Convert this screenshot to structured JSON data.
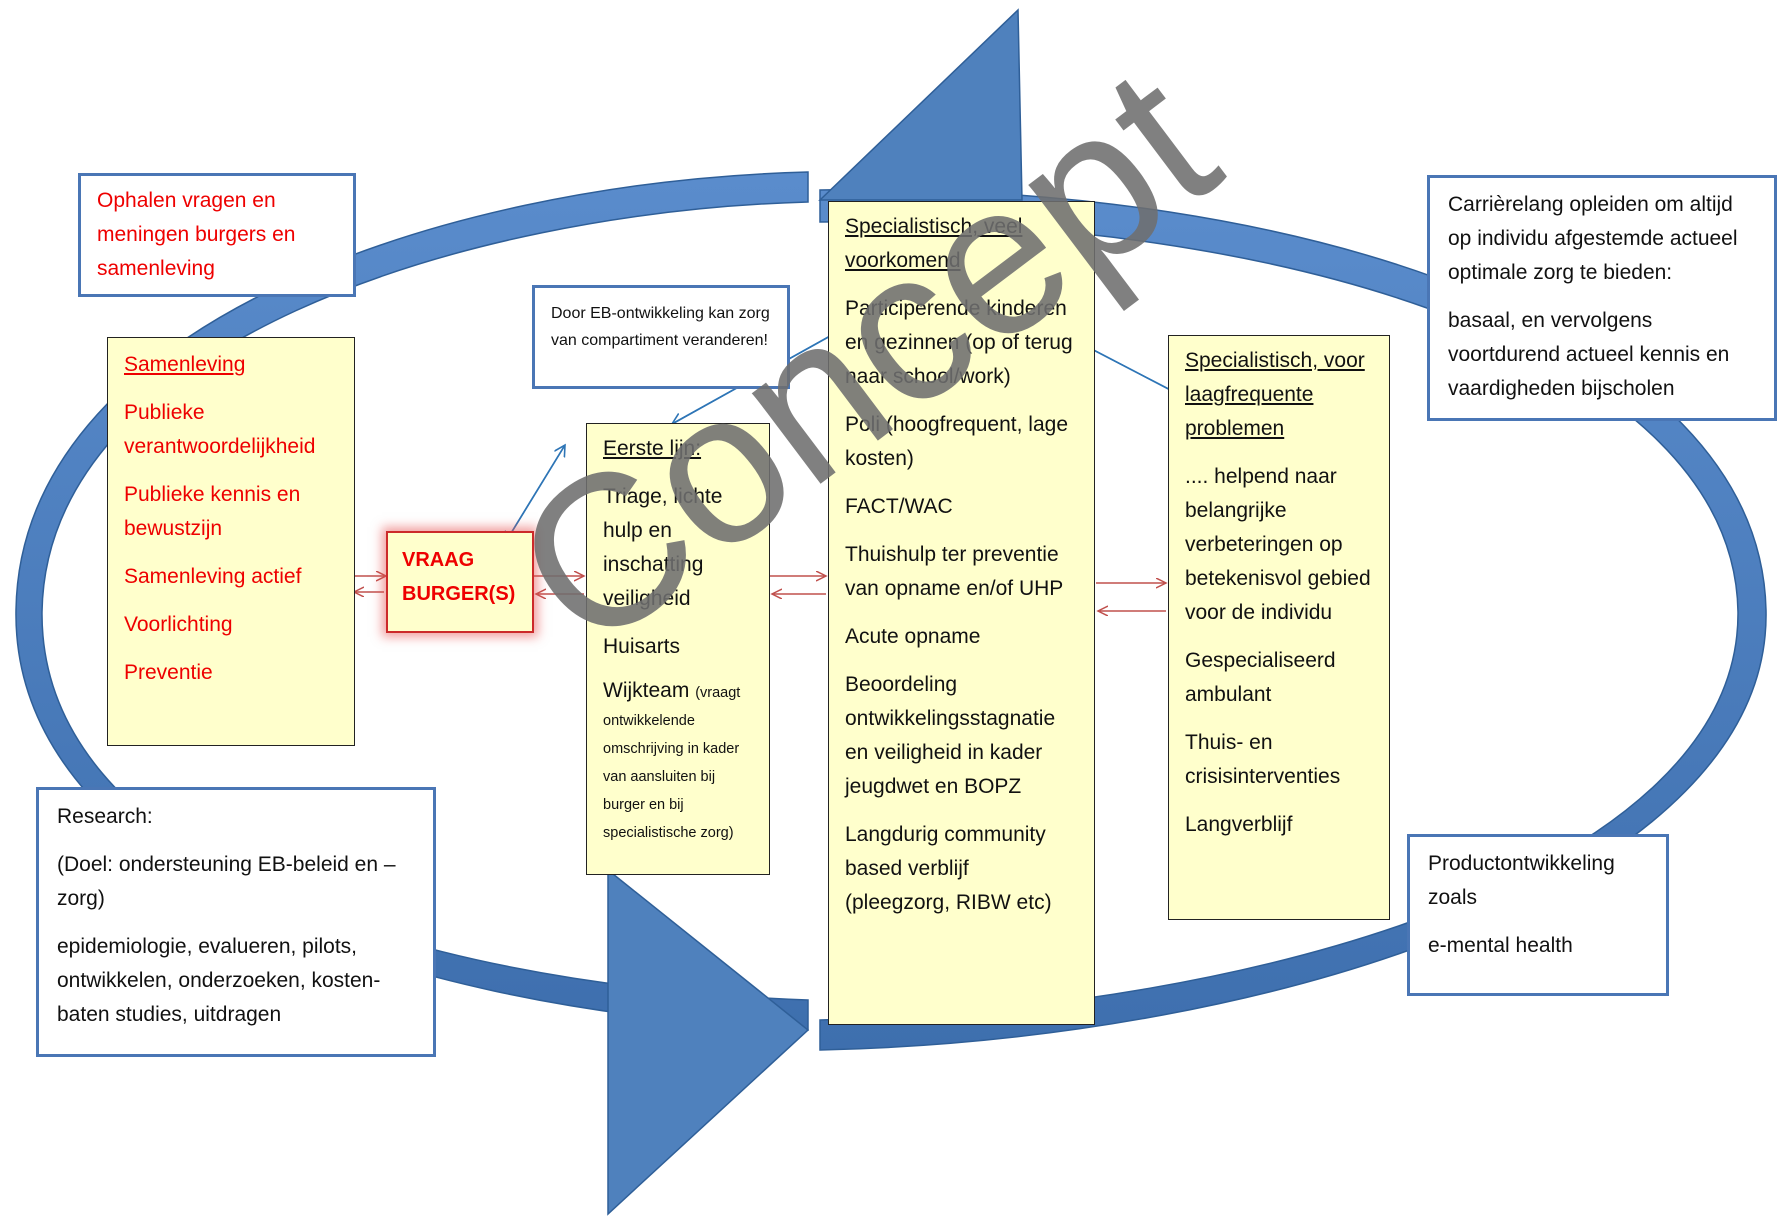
{
  "top_left_box": {
    "lines": [
      "Ophalen vragen en meningen burgers en samenleving"
    ]
  },
  "samenleving_box": {
    "title": "Samenleving",
    "items": [
      "Publieke verantwoordelijkheid",
      "Publieke kennis en bewustzijn",
      "Samenleving actief",
      "Voorlichting",
      "Preventie"
    ]
  },
  "vraag_box": {
    "label": "VRAAG BURGER(S)"
  },
  "eb_note": {
    "text": "Door EB-ontwikkeling kan zorg van compartiment veranderen!"
  },
  "eerste_lijn": {
    "title": "Eerste lijn:",
    "items": [
      "Triage, lichte hulp en inschatting veiligheid",
      "Huisarts"
    ],
    "wijkteam": "Wijkteam",
    "wijkteam_note": "(vraagt ontwikkelende omschrijving in kader van aansluiten bij burger en bij specialistische zorg)"
  },
  "specialistisch_veel": {
    "title": "Specialistisch, veel voorkomend",
    "items": [
      "Participerende kinderen en gezinnen (op of terug naar school/work)",
      "Poli (hoogfrequent, lage kosten)",
      "FACT/WAC",
      "Thuishulp ter preventie van opname en/of UHP",
      "Acute opname",
      "Beoordeling ontwikkelingsstagnatie en veiligheid in kader jeugdwet en BOPZ",
      "Langdurig community based verblijf (pleegzorg, RIBW etc)"
    ]
  },
  "specialistisch_laag": {
    "title": "Specialistisch, voor laagfrequente problemen",
    "items": [
      ".... helpend naar belangrijke verbeteringen op betekenisvol gebied voor de individu",
      "Gespecialiseerd ambulant",
      "Thuis- en crisisinterventies",
      "Langverblijf"
    ]
  },
  "carriere_box": {
    "paragraphs": [
      "Carrièrelang opleiden om altijd op individu afgestemde actueel optimale zorg te bieden:",
      "basaal, en vervolgens voortdurend actueel kennis en vaardigheden bijscholen"
    ]
  },
  "research_box": {
    "paragraphs": [
      "Research:",
      "(Doel: ondersteuning EB-beleid en –zorg)",
      "epidemiologie, evalueren, pilots, ontwikkelen, onderzoeken, kosten-baten studies, uitdragen"
    ]
  },
  "product_box": {
    "paragraphs": [
      "Productontwikkeling zoals",
      "e-mental health"
    ]
  },
  "watermark": "Concept",
  "colors": {
    "ring": "#4f81bd",
    "ring_dark": "#2f5f98",
    "box_border": "#4a76b5",
    "yellow": "#ffffcc",
    "red_text": "#ee0000",
    "red_arrow": "#c0504d",
    "blue_arrow": "#2e75b6"
  }
}
